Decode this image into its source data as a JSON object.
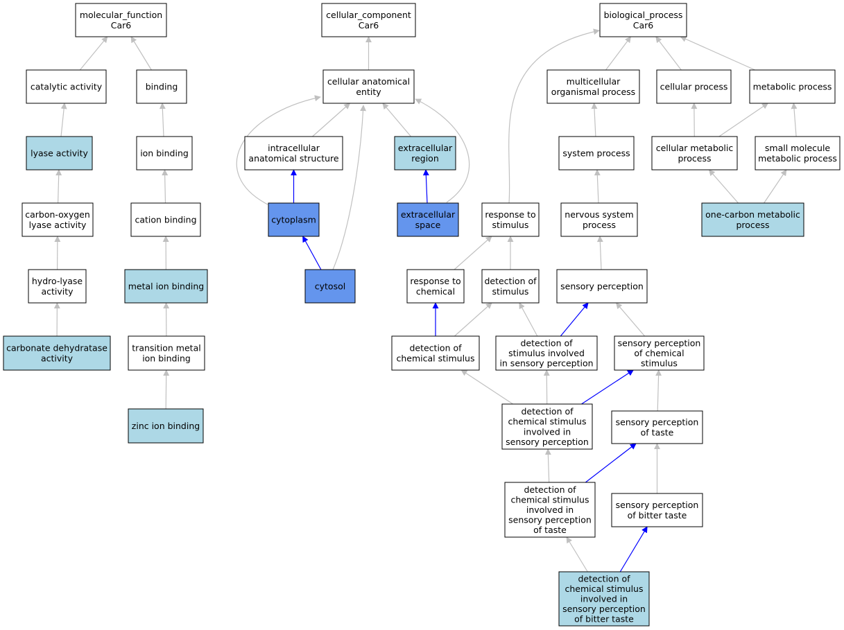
{
  "colors": {
    "plain": "#ffffff",
    "light": "#add8e6",
    "focus": "#6495ed",
    "edge_gray": "#c0c0c0",
    "edge_blue": "#0000ff"
  },
  "nodes": [
    {
      "id": "molecular_function",
      "lines": [
        "molecular_function",
        "Car6"
      ],
      "fill": "plain"
    },
    {
      "id": "catalytic_activity",
      "lines": [
        "catalytic activity"
      ],
      "fill": "plain"
    },
    {
      "id": "binding",
      "lines": [
        "binding"
      ],
      "fill": "plain"
    },
    {
      "id": "lyase_activity",
      "lines": [
        "lyase activity"
      ],
      "fill": "light"
    },
    {
      "id": "ion_binding",
      "lines": [
        "ion binding"
      ],
      "fill": "plain"
    },
    {
      "id": "carbon_oxygen_lyase",
      "lines": [
        "carbon-oxygen",
        "lyase activity"
      ],
      "fill": "plain"
    },
    {
      "id": "cation_binding",
      "lines": [
        "cation binding"
      ],
      "fill": "plain"
    },
    {
      "id": "hydro_lyase",
      "lines": [
        "hydro-lyase",
        "activity"
      ],
      "fill": "plain"
    },
    {
      "id": "metal_ion_binding",
      "lines": [
        "metal ion binding"
      ],
      "fill": "light"
    },
    {
      "id": "carbonate_dehydratase",
      "lines": [
        "carbonate dehydratase",
        "activity"
      ],
      "fill": "light"
    },
    {
      "id": "transition_metal",
      "lines": [
        "transition metal",
        "ion binding"
      ],
      "fill": "plain"
    },
    {
      "id": "zinc_ion_binding",
      "lines": [
        "zinc ion binding"
      ],
      "fill": "light"
    },
    {
      "id": "cellular_component",
      "lines": [
        "cellular_component",
        "Car6"
      ],
      "fill": "plain"
    },
    {
      "id": "cellular_anatomical_entity",
      "lines": [
        "cellular anatomical",
        "entity"
      ],
      "fill": "plain"
    },
    {
      "id": "intracellular_structure",
      "lines": [
        "intracellular",
        "anatomical structure"
      ],
      "fill": "plain"
    },
    {
      "id": "extracellular_region",
      "lines": [
        "extracellular",
        "region"
      ],
      "fill": "light"
    },
    {
      "id": "cytoplasm",
      "lines": [
        "cytoplasm"
      ],
      "fill": "focus"
    },
    {
      "id": "extracellular_space",
      "lines": [
        "extracellular",
        "space"
      ],
      "fill": "focus"
    },
    {
      "id": "cytosol",
      "lines": [
        "cytosol"
      ],
      "fill": "focus"
    },
    {
      "id": "biological_process",
      "lines": [
        "biological_process",
        "Car6"
      ],
      "fill": "plain"
    },
    {
      "id": "multicellular_process",
      "lines": [
        "multicellular",
        "organismal process"
      ],
      "fill": "plain"
    },
    {
      "id": "cellular_process",
      "lines": [
        "cellular process"
      ],
      "fill": "plain"
    },
    {
      "id": "metabolic_process",
      "lines": [
        "metabolic process"
      ],
      "fill": "plain"
    },
    {
      "id": "system_process",
      "lines": [
        "system process"
      ],
      "fill": "plain"
    },
    {
      "id": "cellular_metabolic",
      "lines": [
        "cellular metabolic",
        "process"
      ],
      "fill": "plain"
    },
    {
      "id": "small_molecule_metabolic",
      "lines": [
        "small molecule",
        "metabolic process"
      ],
      "fill": "plain"
    },
    {
      "id": "response_to_stimulus",
      "lines": [
        "response to",
        "stimulus"
      ],
      "fill": "plain"
    },
    {
      "id": "nervous_system_process",
      "lines": [
        "nervous system",
        "process"
      ],
      "fill": "plain"
    },
    {
      "id": "one_carbon_metabolic",
      "lines": [
        "one-carbon metabolic",
        "process"
      ],
      "fill": "light"
    },
    {
      "id": "response_to_chemical",
      "lines": [
        "response to",
        "chemical"
      ],
      "fill": "plain"
    },
    {
      "id": "detection_of_stimulus",
      "lines": [
        "detection of",
        "stimulus"
      ],
      "fill": "plain"
    },
    {
      "id": "sensory_perception",
      "lines": [
        "sensory perception"
      ],
      "fill": "plain"
    },
    {
      "id": "detection_of_chemical_stimulus",
      "lines": [
        "detection of",
        "chemical stimulus"
      ],
      "fill": "plain"
    },
    {
      "id": "detection_stimulus_sensory",
      "lines": [
        "detection of",
        "stimulus involved",
        "in sensory perception"
      ],
      "fill": "plain"
    },
    {
      "id": "sensory_perception_chemical",
      "lines": [
        "sensory perception",
        "of chemical",
        "stimulus"
      ],
      "fill": "plain"
    },
    {
      "id": "detection_chem_sensory",
      "lines": [
        "detection of",
        "chemical stimulus",
        "involved in",
        "sensory perception"
      ],
      "fill": "plain"
    },
    {
      "id": "sensory_perception_taste",
      "lines": [
        "sensory perception",
        "of taste"
      ],
      "fill": "plain"
    },
    {
      "id": "detection_chem_taste",
      "lines": [
        "detection of",
        "chemical stimulus",
        "involved in",
        "sensory perception",
        "of taste"
      ],
      "fill": "plain"
    },
    {
      "id": "sensory_perception_bitter",
      "lines": [
        "sensory perception",
        "of bitter taste"
      ],
      "fill": "plain"
    },
    {
      "id": "detection_chem_bitter",
      "lines": [
        "detection of",
        "chemical stimulus",
        "involved in",
        "sensory perception",
        "of bitter taste"
      ],
      "fill": "light"
    }
  ],
  "edges": [
    {
      "from": "catalytic_activity",
      "to": "molecular_function",
      "color": "gray"
    },
    {
      "from": "binding",
      "to": "molecular_function",
      "color": "gray"
    },
    {
      "from": "lyase_activity",
      "to": "catalytic_activity",
      "color": "gray"
    },
    {
      "from": "ion_binding",
      "to": "binding",
      "color": "gray"
    },
    {
      "from": "carbon_oxygen_lyase",
      "to": "lyase_activity",
      "color": "gray"
    },
    {
      "from": "cation_binding",
      "to": "ion_binding",
      "color": "gray"
    },
    {
      "from": "hydro_lyase",
      "to": "carbon_oxygen_lyase",
      "color": "gray"
    },
    {
      "from": "metal_ion_binding",
      "to": "cation_binding",
      "color": "gray"
    },
    {
      "from": "carbonate_dehydratase",
      "to": "hydro_lyase",
      "color": "gray"
    },
    {
      "from": "transition_metal",
      "to": "metal_ion_binding",
      "color": "gray"
    },
    {
      "from": "zinc_ion_binding",
      "to": "transition_metal",
      "color": "gray"
    },
    {
      "from": "cellular_anatomical_entity",
      "to": "cellular_component",
      "color": "gray"
    },
    {
      "from": "intracellular_structure",
      "to": "cellular_anatomical_entity",
      "color": "gray"
    },
    {
      "from": "extracellular_region",
      "to": "cellular_anatomical_entity",
      "color": "gray"
    },
    {
      "from": "cytoplasm",
      "to": "cellular_anatomical_entity",
      "color": "gray"
    },
    {
      "from": "cytosol",
      "to": "cellular_anatomical_entity",
      "color": "gray"
    },
    {
      "from": "extracellular_space",
      "to": "cellular_anatomical_entity",
      "color": "gray"
    },
    {
      "from": "cytoplasm",
      "to": "intracellular_structure",
      "color": "blue"
    },
    {
      "from": "extracellular_space",
      "to": "extracellular_region",
      "color": "blue"
    },
    {
      "from": "cytosol",
      "to": "cytoplasm",
      "color": "blue"
    },
    {
      "from": "multicellular_process",
      "to": "biological_process",
      "color": "gray"
    },
    {
      "from": "cellular_process",
      "to": "biological_process",
      "color": "gray"
    },
    {
      "from": "metabolic_process",
      "to": "biological_process",
      "color": "gray"
    },
    {
      "from": "response_to_stimulus",
      "to": "biological_process",
      "color": "gray"
    },
    {
      "from": "system_process",
      "to": "multicellular_process",
      "color": "gray"
    },
    {
      "from": "cellular_metabolic",
      "to": "cellular_process",
      "color": "gray"
    },
    {
      "from": "cellular_metabolic",
      "to": "metabolic_process",
      "color": "gray"
    },
    {
      "from": "small_molecule_metabolic",
      "to": "metabolic_process",
      "color": "gray"
    },
    {
      "from": "nervous_system_process",
      "to": "system_process",
      "color": "gray"
    },
    {
      "from": "one_carbon_metabolic",
      "to": "cellular_metabolic",
      "color": "gray"
    },
    {
      "from": "one_carbon_metabolic",
      "to": "small_molecule_metabolic",
      "color": "gray"
    },
    {
      "from": "response_to_chemical",
      "to": "response_to_stimulus",
      "color": "gray"
    },
    {
      "from": "detection_of_stimulus",
      "to": "response_to_stimulus",
      "color": "gray"
    },
    {
      "from": "sensory_perception",
      "to": "nervous_system_process",
      "color": "gray"
    },
    {
      "from": "detection_of_chemical_stimulus",
      "to": "response_to_chemical",
      "color": "blue"
    },
    {
      "from": "detection_of_chemical_stimulus",
      "to": "detection_of_stimulus",
      "color": "gray"
    },
    {
      "from": "detection_stimulus_sensory",
      "to": "detection_of_stimulus",
      "color": "gray"
    },
    {
      "from": "detection_stimulus_sensory",
      "to": "sensory_perception",
      "color": "blue"
    },
    {
      "from": "sensory_perception_chemical",
      "to": "sensory_perception",
      "color": "gray"
    },
    {
      "from": "detection_chem_sensory",
      "to": "detection_of_chemical_stimulus",
      "color": "gray"
    },
    {
      "from": "detection_chem_sensory",
      "to": "detection_stimulus_sensory",
      "color": "gray"
    },
    {
      "from": "detection_chem_sensory",
      "to": "sensory_perception_chemical",
      "color": "blue"
    },
    {
      "from": "sensory_perception_taste",
      "to": "sensory_perception_chemical",
      "color": "gray"
    },
    {
      "from": "detection_chem_taste",
      "to": "detection_chem_sensory",
      "color": "gray"
    },
    {
      "from": "detection_chem_taste",
      "to": "sensory_perception_taste",
      "color": "blue"
    },
    {
      "from": "sensory_perception_bitter",
      "to": "sensory_perception_taste",
      "color": "gray"
    },
    {
      "from": "detection_chem_bitter",
      "to": "detection_chem_taste",
      "color": "gray"
    },
    {
      "from": "detection_chem_bitter",
      "to": "sensory_perception_bitter",
      "color": "blue"
    }
  ]
}
